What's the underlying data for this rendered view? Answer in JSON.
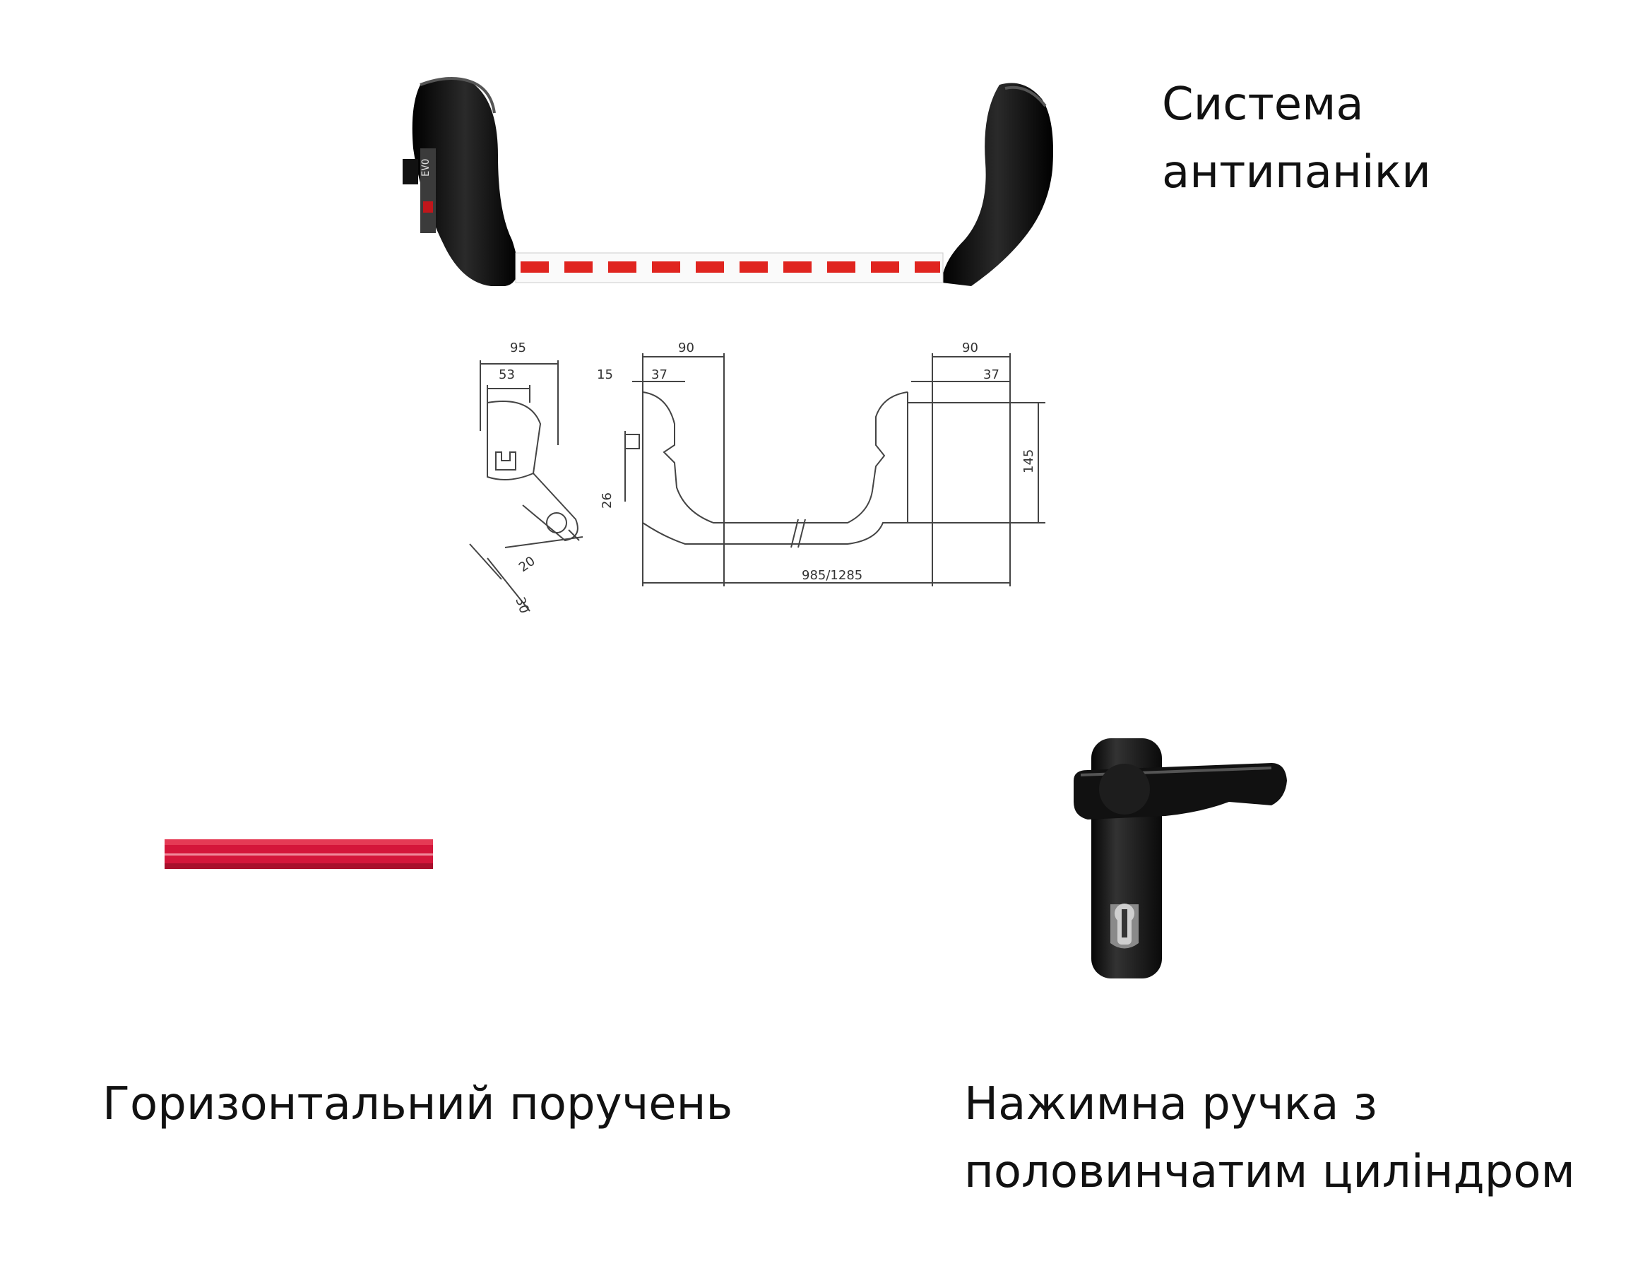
{
  "slide": {
    "captions": {
      "antipanic_system": [
        "Система",
        "антипаніки"
      ],
      "horizontal_rail": [
        "Горизонтальний поручень"
      ],
      "push_handle": [
        "Нажимна ручка з",
        "половинчатим циліндром"
      ]
    },
    "drawing_dimensions": {
      "side_width": "95",
      "side_inner": "53",
      "bracket_width_left": "90",
      "bracket_width_right": "90",
      "offset": "15",
      "bracket_depth_left": "37",
      "bracket_depth_right": "37",
      "spindle_height": "26",
      "height": "145",
      "arm_20": "20",
      "arm_30": "30",
      "total_length": "985/1285"
    },
    "colors": {
      "bar_red": "#e0241f",
      "rail_red": "#d4163a",
      "hardware_black": "#1a1a1a"
    }
  }
}
